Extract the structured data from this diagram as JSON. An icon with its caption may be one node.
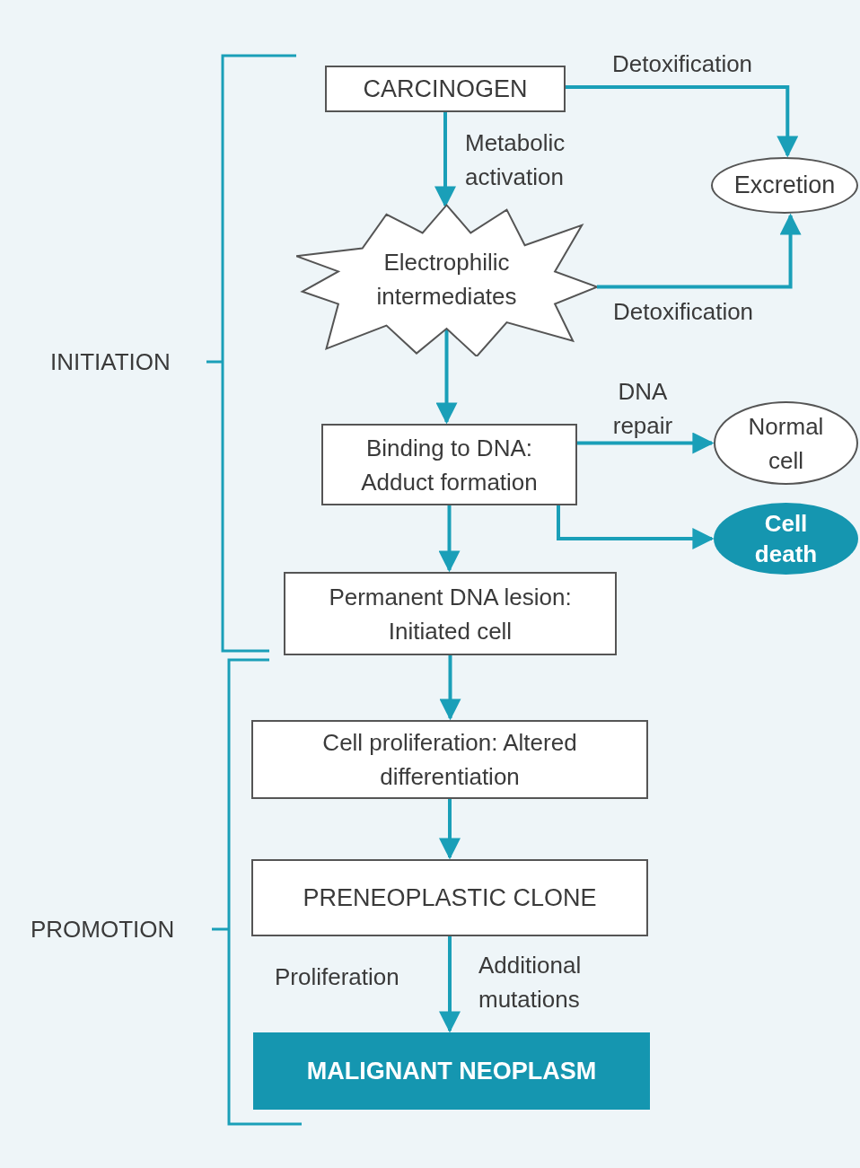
{
  "diagram": {
    "nodes": [
      {
        "text": [
          "CARCINOGEN"
        ]
      },
      {
        "text": [
          "Electrophilic intermediates"
        ]
      },
      {
        "text": [
          "Excretion"
        ]
      },
      {
        "text": [
          "Binding to DNA: Adduct formation"
        ]
      },
      {
        "text": [
          "Normal cell"
        ]
      },
      {
        "text": [
          "Cell death"
        ]
      },
      {
        "text": [
          "Permanent DNA lesion: Initiated cell"
        ]
      },
      {
        "text": [
          "Cell proliferation: Altered differentiation"
        ]
      },
      {
        "text": [
          "PRENEOPLASTIC CLONE"
        ]
      },
      {
        "text": [
          "MALIGNANT NEOPLASM"
        ]
      }
    ],
    "edges": [
      {
        "from": 0,
        "to": 1,
        "arrow": "to",
        "label": "Metabolic activation"
      },
      {
        "from": 0,
        "to": 2,
        "arrow": "to",
        "label": "Detoxification"
      },
      {
        "from": 1,
        "to": 2,
        "arrow": "to",
        "label": "Detoxification"
      },
      {
        "from": 1,
        "to": 3,
        "arrow": "to"
      },
      {
        "from": 3,
        "to": 4,
        "arrow": "to",
        "label": "DNA repair"
      },
      {
        "from": 3,
        "to": 5,
        "arrow": "to"
      },
      {
        "from": 3,
        "to": 6,
        "arrow": "to"
      },
      {
        "from": 6,
        "to": 7,
        "arrow": "to"
      },
      {
        "from": 7,
        "to": 8,
        "arrow": "to"
      },
      {
        "from": 8,
        "to": 9,
        "arrow": "to",
        "label": "Additional mutations"
      }
    ],
    "labels": [
      "INITIATION",
      "PROMOTION",
      "Proliferation"
    ]
  }
}
